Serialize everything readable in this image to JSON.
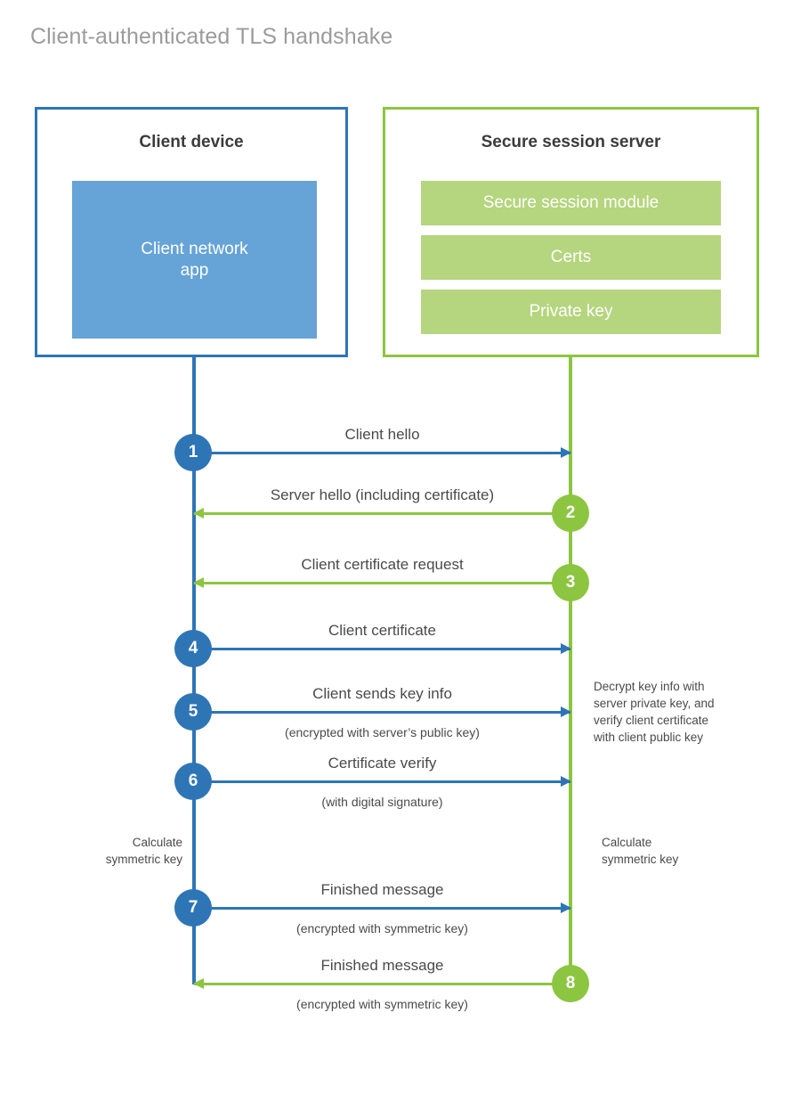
{
  "title": "Client-authenticated TLS handshake",
  "colors": {
    "blue": "#2e75b6",
    "blue_fill": "#66a3d7",
    "green": "#8cc540",
    "green_fill": "#b5d57e",
    "title_gray": "#9b9b9b",
    "text_gray": "#4a4a4a"
  },
  "client": {
    "title": "Client device",
    "app_label": "Client network\napp"
  },
  "server": {
    "title": "Secure session server",
    "bars": [
      {
        "label": "Secure session module"
      },
      {
        "label": "Certs"
      },
      {
        "label": "Private key"
      }
    ]
  },
  "messages": [
    {
      "step": "1",
      "label": "Client hello",
      "sublabel": "",
      "direction": "client-to-server",
      "color": "blue"
    },
    {
      "step": "2",
      "label": "Server hello (including certificate)",
      "sublabel": "",
      "direction": "server-to-client",
      "color": "green"
    },
    {
      "step": "3",
      "label": "Client certificate request",
      "sublabel": "",
      "direction": "server-to-client",
      "color": "green"
    },
    {
      "step": "4",
      "label": "Client certificate",
      "sublabel": "",
      "direction": "client-to-server",
      "color": "blue"
    },
    {
      "step": "5",
      "label": "Client sends key info",
      "sublabel": "(encrypted with server’s public key)",
      "direction": "client-to-server",
      "color": "blue"
    },
    {
      "step": "6",
      "label": "Certificate verify",
      "sublabel": "(with digital signature)",
      "direction": "client-to-server",
      "color": "blue"
    },
    {
      "step": "7",
      "label": "Finished message",
      "sublabel": "(encrypted with symmetric key)",
      "direction": "client-to-server",
      "color": "blue"
    },
    {
      "step": "8",
      "label": "Finished message",
      "sublabel": "(encrypted with symmetric key)",
      "direction": "server-to-client",
      "color": "green"
    }
  ],
  "notes": {
    "server_decrypt": "Decrypt key info with\nserver private key, and\nverify client certificate\nwith client public key",
    "client_symmetric_key": "Calculate\nsymmetric key",
    "server_symmetric_key": "Calculate\nsymmetric key"
  }
}
